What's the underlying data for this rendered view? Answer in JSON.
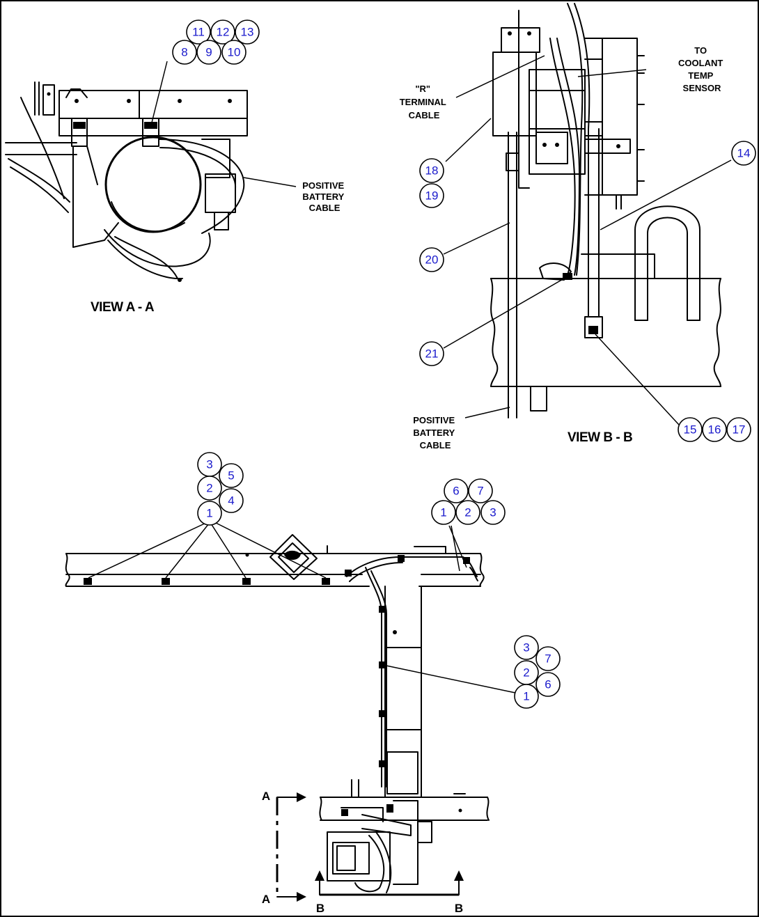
{
  "views": {
    "view_a": {
      "title": "VIEW A - A",
      "label": "POSITIVE BATTERY CABLE"
    },
    "view_b": {
      "title": "VIEW B - B",
      "labels": {
        "r_terminal": "\"R\" TERMINAL CABLE",
        "coolant": "TO COOLANT TEMP SENSOR",
        "battery": "POSITIVE BATTERY CABLE"
      }
    }
  },
  "section_markers": {
    "a": "A",
    "b": "B"
  },
  "callouts": {
    "view_a": [
      "11",
      "12",
      "13",
      "8",
      "9",
      "10"
    ],
    "view_b": [
      "18",
      "19",
      "20",
      "21",
      "14",
      "15",
      "16",
      "17"
    ],
    "main_left": [
      "3",
      "5",
      "2",
      "4",
      "1"
    ],
    "main_right": [
      "6",
      "7",
      "1",
      "2",
      "3"
    ],
    "main_mid": [
      "3",
      "7",
      "2",
      "6",
      "1"
    ]
  },
  "colors": {
    "callout_text": "#1a1acc",
    "line": "#000000",
    "background": "#ffffff"
  }
}
